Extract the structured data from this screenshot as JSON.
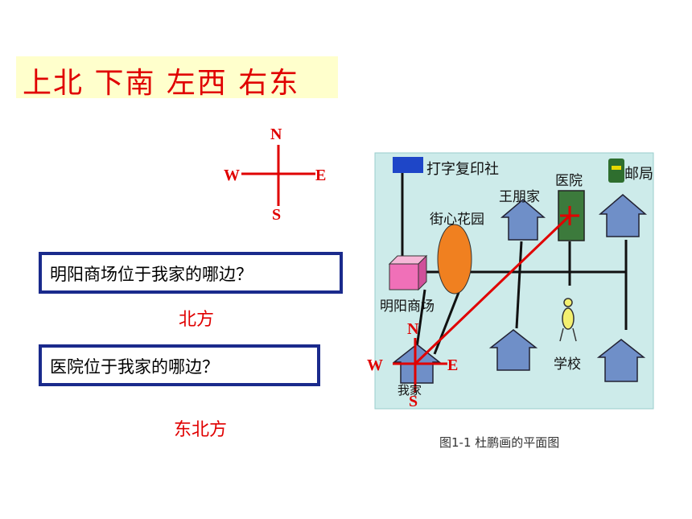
{
  "title": "上北  下南   左西  右东",
  "compass": {
    "n": "N",
    "s": "S",
    "w": "W",
    "e": "E"
  },
  "questions": [
    {
      "text": "明阳商场位于我家的哪边？",
      "answer": "北方"
    },
    {
      "text": "医院位于我家的哪边？",
      "answer": "东北方"
    }
  ],
  "map": {
    "labels": {
      "print_shop": "打字复印社",
      "post_office": "邮局",
      "hospital": "医院",
      "wang_home": "王朋家",
      "garden": "街心花园",
      "mall": "明阳商场",
      "my_home": "我家",
      "school": "学校"
    },
    "compass": {
      "n": "N",
      "s": "S",
      "w": "W",
      "e": "E"
    },
    "caption": "图1-1   杜鹏画的平面图"
  },
  "colors": {
    "accent": "#e00000",
    "box_border": "#1a2a8c",
    "map_bg": "#ccecec",
    "house": "#6f8fc8",
    "hospital": "#3c7a3c"
  }
}
